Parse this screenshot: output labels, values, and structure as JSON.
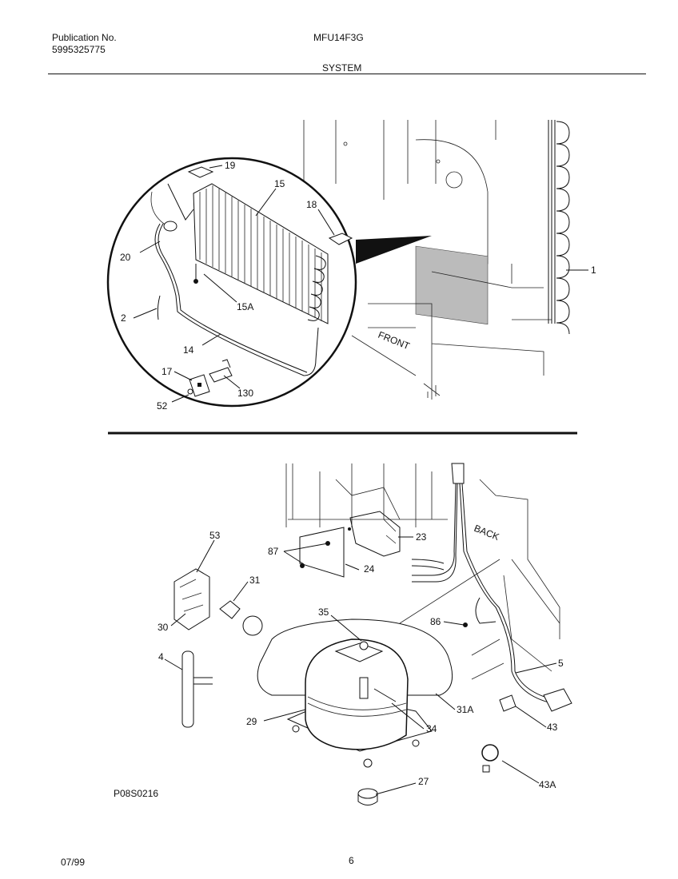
{
  "header": {
    "publication_label": "Publication No.",
    "publication_number": "5995325775",
    "model": "MFU14F3G",
    "section_title": "SYSTEM"
  },
  "diagram": {
    "top_labels": {
      "p19": "19",
      "p15": "15",
      "p18": "18",
      "p20": "20",
      "p15a": "15A",
      "p2": "2",
      "p14": "14",
      "p17": "17",
      "p130": "130",
      "p52": "52",
      "p1": "1",
      "front": "FRONT"
    },
    "bottom_labels": {
      "p53": "53",
      "p87": "87",
      "p24": "24",
      "p23": "23",
      "back": "BACK",
      "p31": "31",
      "p30": "30",
      "p35": "35",
      "p86": "86",
      "p4": "4",
      "p5": "5",
      "p29": "29",
      "p31a": "31A",
      "p34": "34",
      "p43": "43",
      "p43a": "43A",
      "p27": "27",
      "drawing_code": "P08S0216"
    }
  },
  "footer": {
    "date": "07/99",
    "page_number": "6"
  }
}
